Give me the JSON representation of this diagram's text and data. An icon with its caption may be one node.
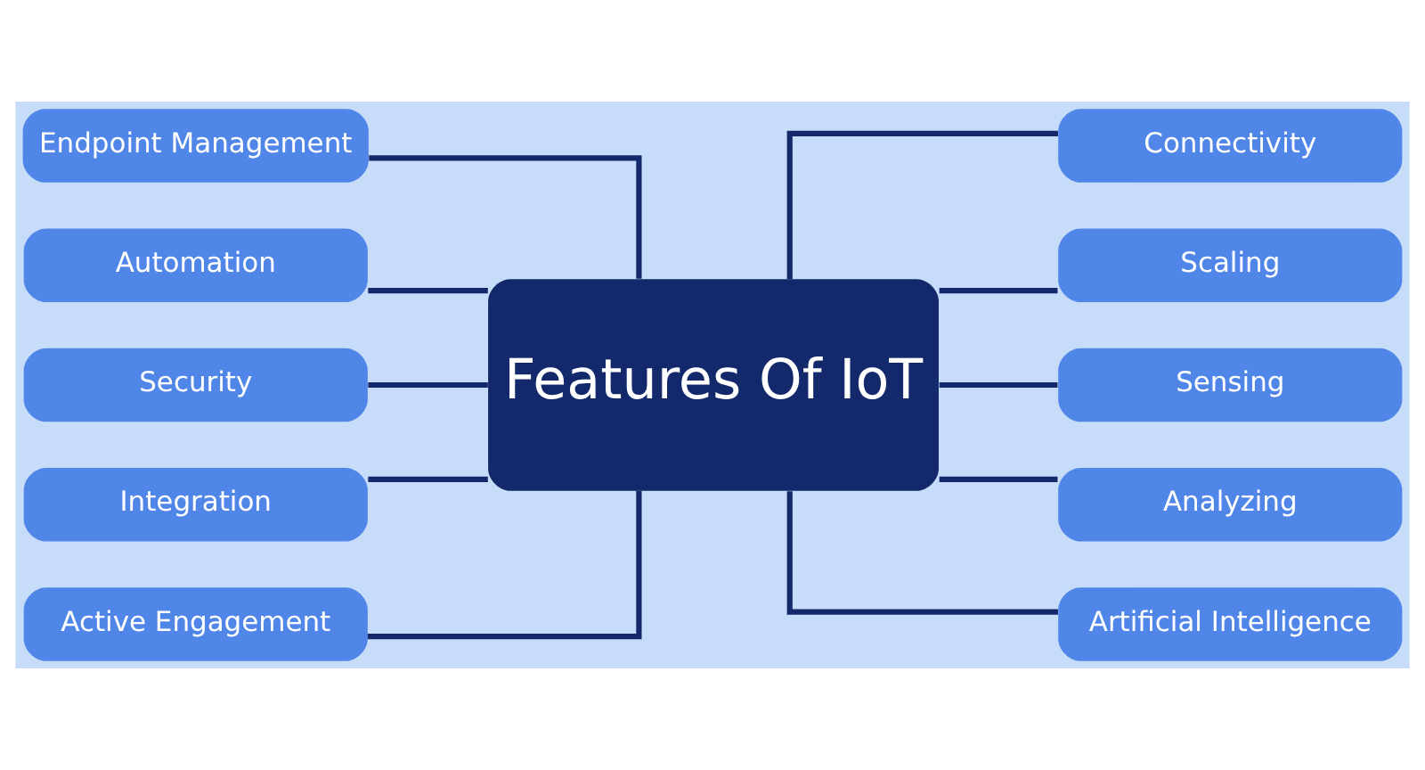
{
  "diagram": {
    "nodes": [
      {
        "text": [
          "Features Of IoT"
        ]
      },
      {
        "text": [
          "Endpoint Management"
        ]
      },
      {
        "text": [
          "Automation"
        ]
      },
      {
        "text": [
          "Security"
        ]
      },
      {
        "text": [
          "Integration"
        ]
      },
      {
        "text": [
          "Active Engagement"
        ]
      },
      {
        "text": [
          "Connectivity"
        ]
      },
      {
        "text": [
          "Scaling"
        ]
      },
      {
        "text": [
          "Sensing"
        ]
      },
      {
        "text": [
          "Analyzing"
        ]
      },
      {
        "text": [
          "Artificial Intelligence"
        ]
      }
    ],
    "edges": [
      {
        "from": 1,
        "to": 0,
        "arrow": "none"
      },
      {
        "from": 2,
        "to": 0,
        "arrow": "none"
      },
      {
        "from": 3,
        "to": 0,
        "arrow": "none"
      },
      {
        "from": 4,
        "to": 0,
        "arrow": "none"
      },
      {
        "from": 5,
        "to": 0,
        "arrow": "none"
      },
      {
        "from": 0,
        "to": 6,
        "arrow": "none"
      },
      {
        "from": 0,
        "to": 7,
        "arrow": "none"
      },
      {
        "from": 0,
        "to": 8,
        "arrow": "none"
      },
      {
        "from": 0,
        "to": 9,
        "arrow": "none"
      },
      {
        "from": 0,
        "to": 10,
        "arrow": "none"
      }
    ]
  }
}
